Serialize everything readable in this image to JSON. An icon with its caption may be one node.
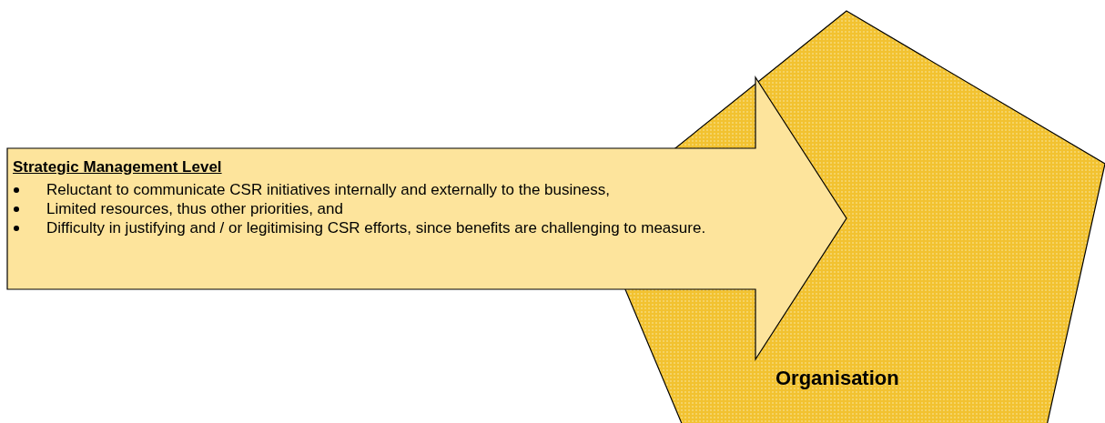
{
  "diagram": {
    "nodes": [
      {
        "text": [
          "Organisation"
        ]
      },
      {
        "text": [
          "Strategic Management Level",
          "Reluctant to communicate CSR initiatives internally and externally to the business,",
          "Limited resources, thus other priorities, and",
          "Difficulty in justifying and / or legitimising CSR efforts, since benefits are challenging to measure."
        ]
      }
    ]
  }
}
